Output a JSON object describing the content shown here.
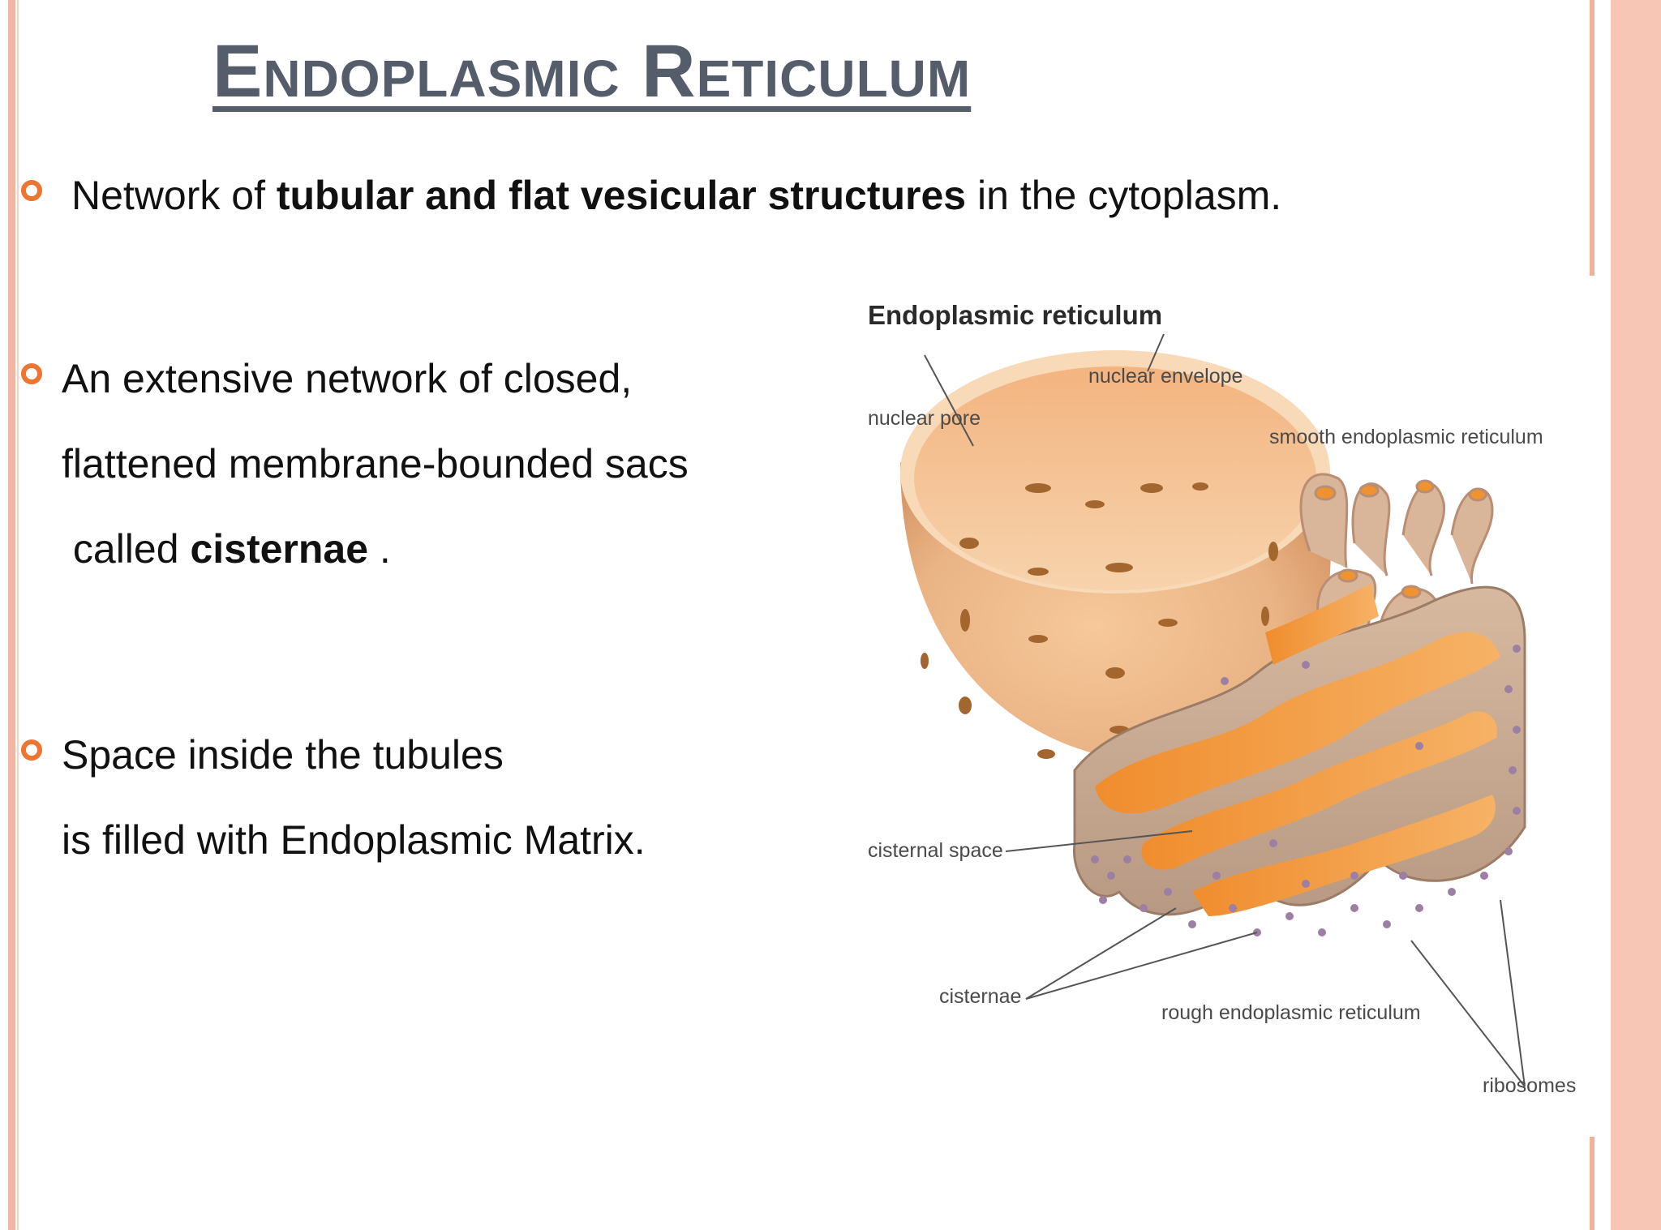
{
  "slide": {
    "title": "Endoplasmic Reticulum",
    "bullets": [
      {
        "pre": "Network of ",
        "bold": "tubular and flat vesicular structures",
        "post": " in the cytoplasm."
      },
      {
        "line1": "An extensive network of closed,",
        "line2": "flattened membrane-bounded sacs",
        "line3_pre": " called ",
        "line3_bold": "cisternae",
        "line3_post": " ."
      },
      {
        "line1": "Space inside the tubules",
        "line2": "is filled with Endoplasmic Matrix."
      }
    ]
  },
  "figure": {
    "title": "Endoplasmic reticulum",
    "labels": {
      "nuclear_envelope": "nuclear envelope",
      "nuclear_pore": "nuclear pore",
      "smooth_er": "smooth endoplasmic reticulum",
      "cisternal_space": "cisternal space",
      "cisternae": "cisternae",
      "rough_er": "rough endoplasmic reticulum",
      "ribosomes": "ribosomes"
    }
  },
  "colors": {
    "accent": "#ec7532",
    "frame": "#f2b6a3",
    "title": "#555d6b"
  }
}
